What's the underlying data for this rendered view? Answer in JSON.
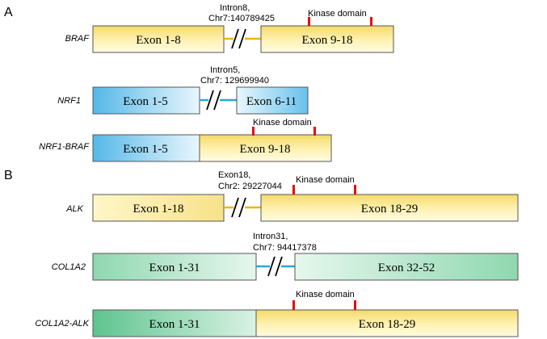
{
  "panels": {
    "a": "A",
    "b": "B"
  },
  "colors": {
    "yellow_dark": "#f4da6a",
    "yellow_light": "#fff8cc",
    "blue_dark": "#55b8e8",
    "blue_light": "#e6f6fd",
    "green_dark": "#5ec48f",
    "green_light": "#e4f7ec",
    "yellow_connector": "#f0b400",
    "blue_connector": "#2aa6e0",
    "marker_red": "#e01010",
    "box_border": "#555555"
  },
  "rows": {
    "braf": {
      "gene": "BRAF",
      "exon_left": "Exon 1-8",
      "exon_right": "Exon 9-18",
      "breakpoint_line1": "Intron8,",
      "breakpoint_line2": "Chr7:140789425",
      "domain": "Kinase domain"
    },
    "nrf1": {
      "gene": "NRF1",
      "exon_left": "Exon 1-5",
      "exon_right": "Exon 6-11",
      "breakpoint_line1": "Intron5,",
      "breakpoint_line2": "Chr7: 129699940"
    },
    "nrf1_braf": {
      "gene": "NRF1-BRAF",
      "exon_left": "Exon 1-5",
      "exon_right": "Exon 9-18",
      "domain": "Kinase domain"
    },
    "alk": {
      "gene": "ALK",
      "exon_left": "Exon 1-18",
      "exon_right": "Exon 18-29",
      "breakpoint_line1": "Exon18,",
      "breakpoint_line2": "Chr2: 29227044",
      "domain": "Kinase domain"
    },
    "col1a2": {
      "gene": "COL1A2",
      "exon_left": "Exon 1-31",
      "exon_right": "Exon 32-52",
      "breakpoint_line1": "Intron31,",
      "breakpoint_line2": "Chr7: 94417378"
    },
    "col1a2_alk": {
      "gene": "COL1A2-ALK",
      "exon_left": "Exon 1-31",
      "exon_right": "Exon 18-29",
      "domain": "Kinase domain"
    }
  }
}
